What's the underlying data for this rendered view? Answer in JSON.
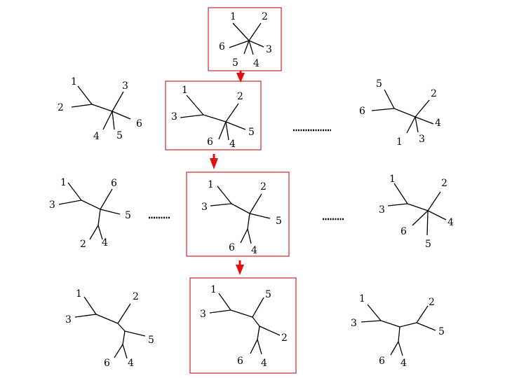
{
  "colors": {
    "box": "#c8282d",
    "arrow": "#e01010",
    "ink": "#000000"
  },
  "trees": [
    {
      "id": "t-top",
      "labels": [
        "1",
        "2",
        "6",
        "3",
        "5",
        "4"
      ]
    },
    {
      "id": "t-r1-l",
      "labels": [
        "1",
        "3",
        "2",
        "6",
        "4",
        "5"
      ]
    },
    {
      "id": "t-r1-c",
      "labels": [
        "1",
        "2",
        "3",
        "5",
        "6",
        "4"
      ]
    },
    {
      "id": "t-r1-r",
      "labels": [
        "5",
        "2",
        "6",
        "4",
        "1",
        "3"
      ]
    },
    {
      "id": "t-r2-l",
      "labels": [
        "1",
        "6",
        "3",
        "5",
        "2",
        "4"
      ]
    },
    {
      "id": "t-r2-c",
      "labels": [
        "1",
        "2",
        "3",
        "5",
        "6",
        "4"
      ]
    },
    {
      "id": "t-r2-r",
      "labels": [
        "1",
        "2",
        "3",
        "4",
        "6",
        "5"
      ]
    },
    {
      "id": "t-r3-l",
      "labels": [
        "1",
        "2",
        "3",
        "5",
        "6",
        "4"
      ]
    },
    {
      "id": "t-r3-c",
      "labels": [
        "1",
        "5",
        "3",
        "2",
        "6",
        "4"
      ]
    },
    {
      "id": "t-r3-r",
      "labels": [
        "1",
        "2",
        "3",
        "5",
        "6",
        "4"
      ]
    }
  ]
}
